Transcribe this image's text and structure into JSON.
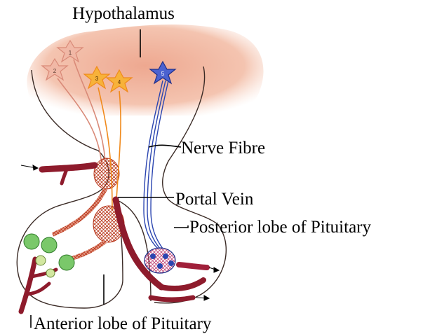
{
  "labels": {
    "hypothalamus": "Hypothalamus",
    "nerve_fibre": "Nerve Fibre",
    "portal_vein": "Portal Vein",
    "posterior_lobe": "Posterior lobe of Pituitary",
    "anterior_lobe": "Anterior lobe of Pituitary"
  },
  "neurons": [
    "1",
    "2",
    "3",
    "4",
    "5"
  ],
  "colors": {
    "hypothalamus_region": "#f2b8a0",
    "outline": "#3a2a25",
    "neuron_pink": "#e8a090",
    "neuron_orange": "#f08a1c",
    "neuron_blue": "#2b45b0",
    "vessel": "#8e1b2c",
    "anterior_cells": "#7ac86a"
  }
}
